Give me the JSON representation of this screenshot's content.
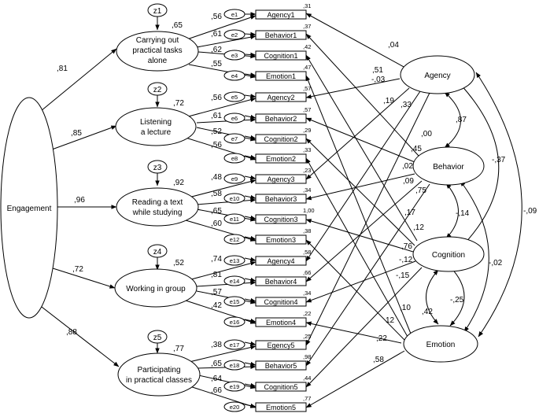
{
  "nodes": {
    "engagement": "Engagement",
    "tasks": [
      "Carrying out",
      "practical tasks",
      "alone"
    ],
    "listening": [
      "Listening",
      "a lecture"
    ],
    "reading": [
      "Reading a text",
      "while studying"
    ],
    "working": [
      "Working in group"
    ],
    "participating": [
      "Participating",
      "in practical classes"
    ],
    "agency": "Agency",
    "behavior": "Behavior",
    "cognition": "Cognition",
    "emotion": "Emotion"
  },
  "z": [
    "z1",
    "z2",
    "z3",
    "z4",
    "z5"
  ],
  "z_r2": [
    ",65",
    ",72",
    ",92",
    ",52",
    ",77"
  ],
  "eng_paths": [
    ",81",
    ",85",
    ",96",
    ",72",
    ",88"
  ],
  "indicators": [
    {
      "label": "Agency1",
      "err": "e1",
      "r2": ",31",
      "load": ",56"
    },
    {
      "label": "Behavior1",
      "err": "e2",
      "r2": ",37",
      "load": ",61"
    },
    {
      "label": "Cognition1",
      "err": "e3",
      "r2": ",42",
      "load": ",62"
    },
    {
      "label": "Emotion1",
      "err": "e4",
      "r2": ",47",
      "load": ",55"
    },
    {
      "label": "Agency2",
      "err": "e5",
      "r2": ",57",
      "load": ",56"
    },
    {
      "label": "Behavior2",
      "err": "e6",
      "r2": ",57",
      "load": ",61"
    },
    {
      "label": "Cognition2",
      "err": "e7",
      "r2": ",29",
      "load": ",52"
    },
    {
      "label": "Emotion2",
      "err": "e8",
      "r2": ",33",
      "load": ",56"
    },
    {
      "label": "Agency3",
      "err": "e9",
      "r2": ",23",
      "load": ",48"
    },
    {
      "label": "Behavior3",
      "err": "e10",
      "r2": ",34",
      "load": ",58"
    },
    {
      "label": "Cognition3",
      "err": "e11",
      "r2": "1,00",
      "load": ",65"
    },
    {
      "label": "Emotion3",
      "err": "e12",
      "r2": ",38",
      "load": ",60"
    },
    {
      "label": "Agency4",
      "err": "e13",
      "r2": ",58",
      "load": ",74"
    },
    {
      "label": "Behavior4",
      "err": "e14",
      "r2": ",66",
      "load": ",81"
    },
    {
      "label": "Cognition4",
      "err": "e15",
      "r2": ",34",
      "load": ",57"
    },
    {
      "label": "Emotion4",
      "err": "e16",
      "r2": ",22",
      "load": ",42"
    },
    {
      "label": "Egency5",
      "err": "e17",
      "r2": ",25",
      "load": ",38"
    },
    {
      "label": "Behavior5",
      "err": "e18",
      "r2": ",98",
      "load": ",65"
    },
    {
      "label": "Cognition5",
      "err": "e19",
      "r2": ",44",
      "load": ",64"
    },
    {
      "label": "Emotion5",
      "err": "e20",
      "r2": ",77",
      "load": ",66"
    }
  ],
  "cross_labels": [
    ",04",
    ",51",
    "-,03",
    ",19",
    ",33",
    ",00",
    ",45",
    ",02",
    ",09",
    ",75",
    ",17",
    ",12",
    ",76",
    "-,12",
    "-,15",
    ",10",
    "12",
    ",22",
    ",58"
  ],
  "cov_labels": [
    ",87",
    "-,37",
    "-,09",
    "-,14",
    "-,02",
    "-,25",
    ",42"
  ]
}
